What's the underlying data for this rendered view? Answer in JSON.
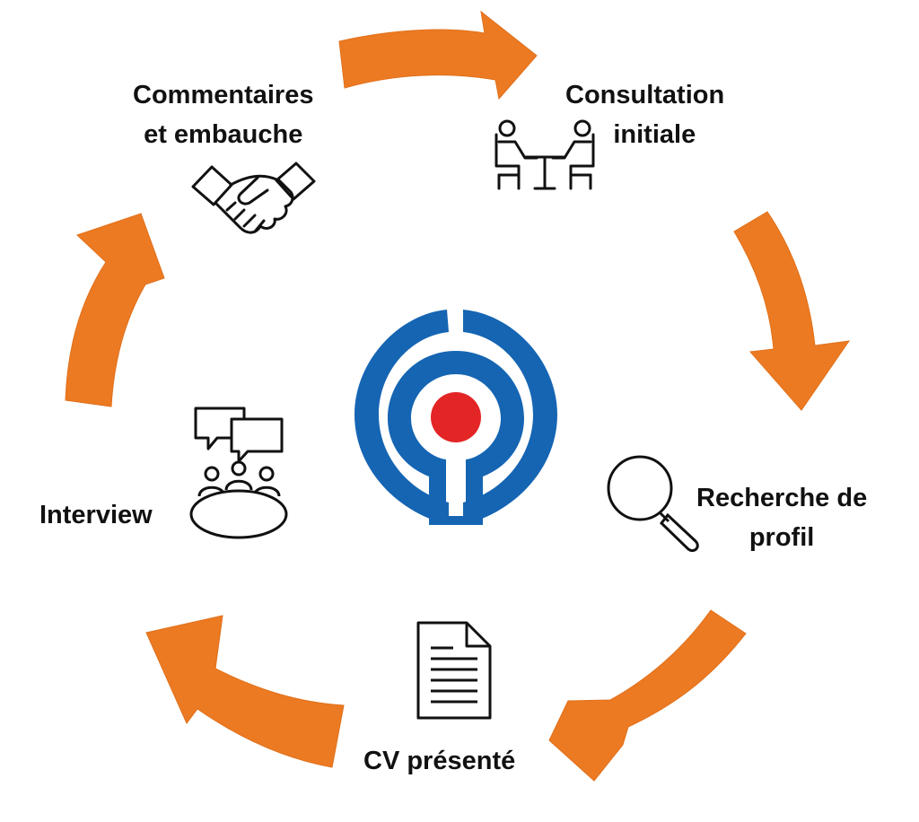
{
  "colors": {
    "arrow": "#ec7a22",
    "arrow_highlight": "#f7a35a",
    "logo_blue": "#1565b3",
    "logo_red": "#e32526",
    "icon_stroke": "#111111"
  },
  "steps": [
    {
      "lines": [
        "Consultation",
        "initiale"
      ],
      "icon": "meeting-table-icon"
    },
    {
      "lines": [
        "Recherche de",
        "profil"
      ],
      "icon": "magnifier-icon"
    },
    {
      "lines": [
        "CV présenté"
      ],
      "icon": "document-icon"
    },
    {
      "lines": [
        "Interview"
      ],
      "icon": "group-discussion-icon"
    },
    {
      "lines": [
        "Commentaires",
        "et embauche"
      ],
      "icon": "handshake-icon"
    }
  ],
  "center_logo": "target-logo-icon"
}
